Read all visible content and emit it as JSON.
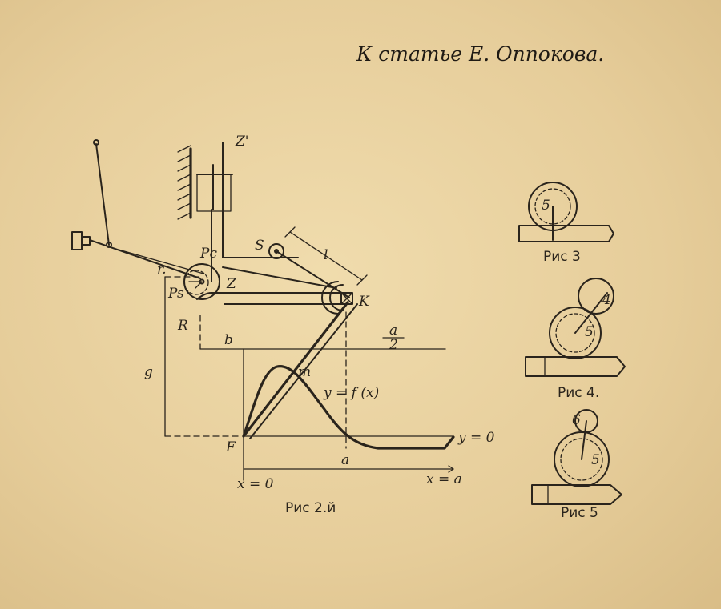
{
  "header": "К статье Е. Оппокова.",
  "fig2": {
    "caption": "Рис 2.й",
    "labels": {
      "z_prime": "Z'",
      "z": "Z",
      "pc": "Pc",
      "ps": "Ps",
      "r_small": "r.",
      "r_big": "R",
      "s": "S",
      "l": "l",
      "k": "K",
      "b": "b",
      "a_num": "a",
      "a_den": "2",
      "g": "g",
      "m": "m",
      "y_fx": "y = f (x)",
      "y_zero": "y = 0",
      "f": "F",
      "a": "a",
      "x_zero": "x = 0",
      "x_a": "x = a"
    }
  },
  "fig3": {
    "caption": "Рис 3",
    "circle_label": "5"
  },
  "fig4": {
    "caption": "Рис 4.",
    "circle_label": "5",
    "small_circle_label": "4"
  },
  "fig5": {
    "caption": "Рис 5",
    "circle_label": "5",
    "small_circle_label": "6"
  }
}
